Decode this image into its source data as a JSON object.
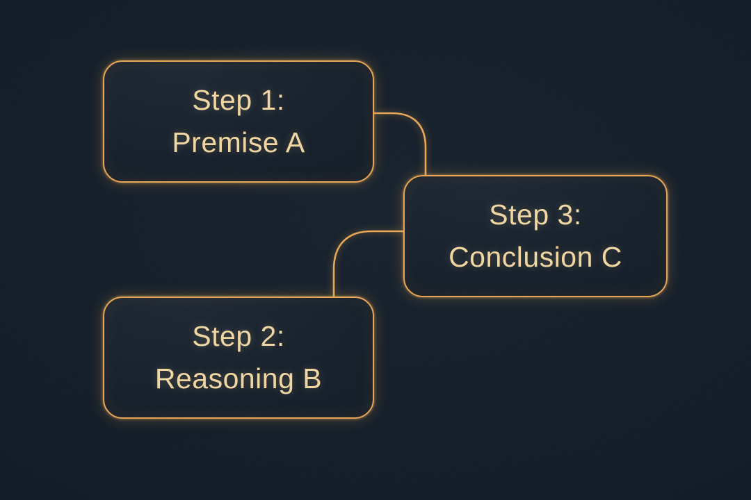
{
  "diagram": {
    "title": "three-step-reasoning-flow",
    "nodes": [
      {
        "id": "step1",
        "line1": "Step 1:",
        "line2": "Premise A"
      },
      {
        "id": "step2",
        "line1": "Step 2:",
        "line2": "Reasoning B"
      },
      {
        "id": "step3",
        "line1": "Step 3:",
        "line2": "Conclusion C"
      }
    ],
    "edges": [
      {
        "from": "step1",
        "to": "step3"
      },
      {
        "from": "step2",
        "to": "step3"
      }
    ],
    "colors": {
      "background": "#0e1721",
      "node_fill": "#141e29",
      "stroke": "#e9a654",
      "text": "#f2d7a2"
    }
  }
}
